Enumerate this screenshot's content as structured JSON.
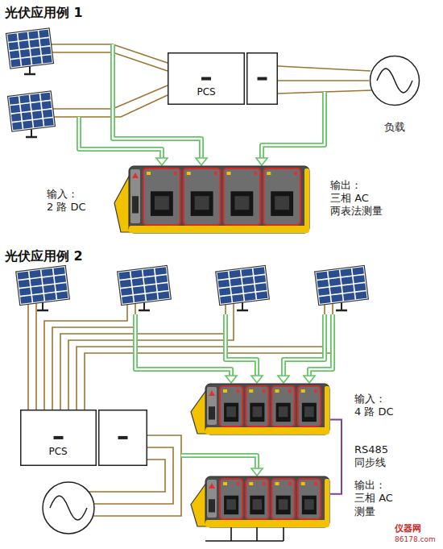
{
  "diagram": {
    "nodes": [
      {
        "text": [
          "PCS"
        ]
      },
      {
        "text": [
          "负载"
        ]
      },
      {
        "text": [
          "输入： 2 路 DC",
          "输出： 三相 AC 两表法测量"
        ]
      },
      {
        "text": [
          "PCS"
        ]
      },
      {
        "text": [
          "输入： 4 路 DC"
        ]
      },
      {
        "text": [
          "输出： 三相 AC 测量"
        ]
      }
    ],
    "edges": [
      {
        "from": 0,
        "to": 1,
        "arrow": "none"
      },
      {
        "from": 4,
        "to": 5,
        "arrow": "none",
        "label": "RS485 同步线"
      }
    ],
    "labels": [
      "光伏应用例 1",
      "光伏应用例 2",
      "仪器网",
      "86178.com"
    ]
  }
}
